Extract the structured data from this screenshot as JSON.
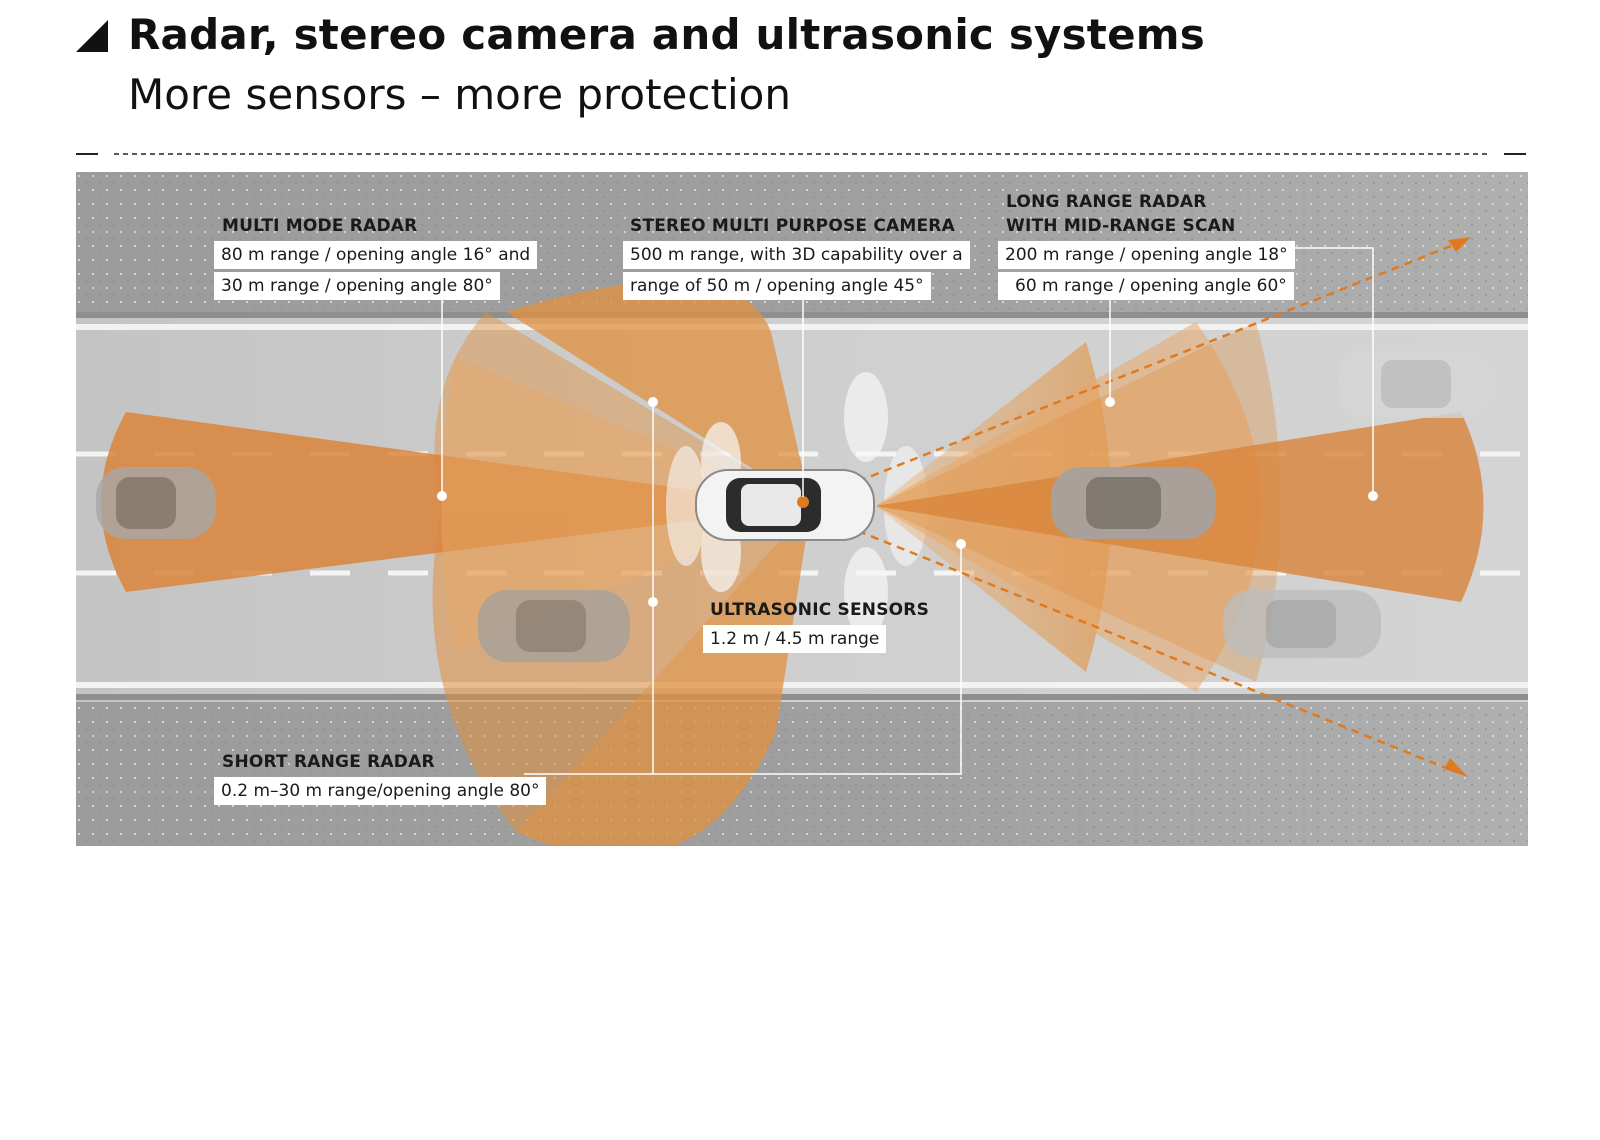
{
  "header": {
    "title": "Radar, stereo camera and ultrasonic systems",
    "subtitle": "More sensors – more protection"
  },
  "sensors": {
    "multi_mode_radar": {
      "heading": "MULTI MODE RADAR",
      "line1": "80 m range / opening angle 16° and",
      "line2": "30 m range / opening angle 80°"
    },
    "stereo_camera": {
      "heading": "STEREO MULTI PURPOSE CAMERA",
      "line1": "500 m range, with 3D capability over a",
      "line2": "range of 50 m / opening angle 45°"
    },
    "long_range_radar": {
      "heading1": "LONG RANGE RADAR",
      "heading2": "WITH MID-RANGE SCAN",
      "line1": "200 m range / opening angle 18°",
      "line2": "60 m range / opening angle 60°"
    },
    "ultrasonic": {
      "heading": "ULTRASONIC SENSORS",
      "line1": "1.2 m / 4.5 m range"
    },
    "short_range_radar": {
      "heading": "SHORT RANGE RADAR",
      "line1": "0.2 m–30 m range/opening angle 80°"
    }
  },
  "colors": {
    "sensor_orange": "#e07a1f",
    "road": "#cfcfcf",
    "shoulder": "#a9a9a9",
    "text": "#1a1a1a"
  }
}
